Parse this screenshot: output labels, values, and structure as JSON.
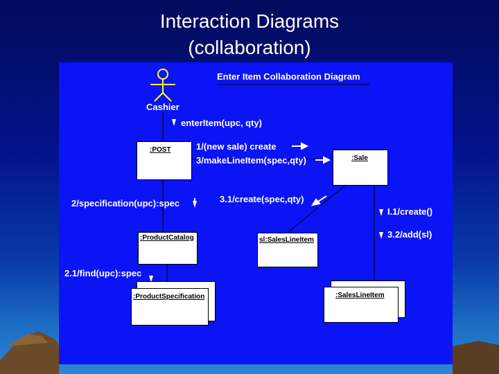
{
  "slide": {
    "title_line1": "Interaction Diagrams",
    "title_line2": "(collaboration)"
  },
  "diagram": {
    "heading": "Enter Item Collaboration Diagram",
    "actor": {
      "label": "Cashier"
    },
    "objects": {
      "post": ":POST",
      "sale": ":Sale",
      "product_catalog": ":ProductCatalog",
      "sales_line_item_new": "sl:SalesLineItem",
      "product_specification": ":ProductSpecification",
      "sales_line_item_multi": ":SalesLineItem"
    },
    "messages": {
      "enter_item": "enterItem(upc, qty)",
      "new_sale": "1/(new sale) create",
      "make_line_item": "3/makeLineItem(spec,qty)",
      "specification": "2/specification(upc):spec",
      "create_spec": "3.1/create(spec,qty)",
      "create_i1": "I.1/create()",
      "add_sl": "3.2/add(sl)",
      "find_upc": "2.1/find(upc):spec"
    }
  }
}
